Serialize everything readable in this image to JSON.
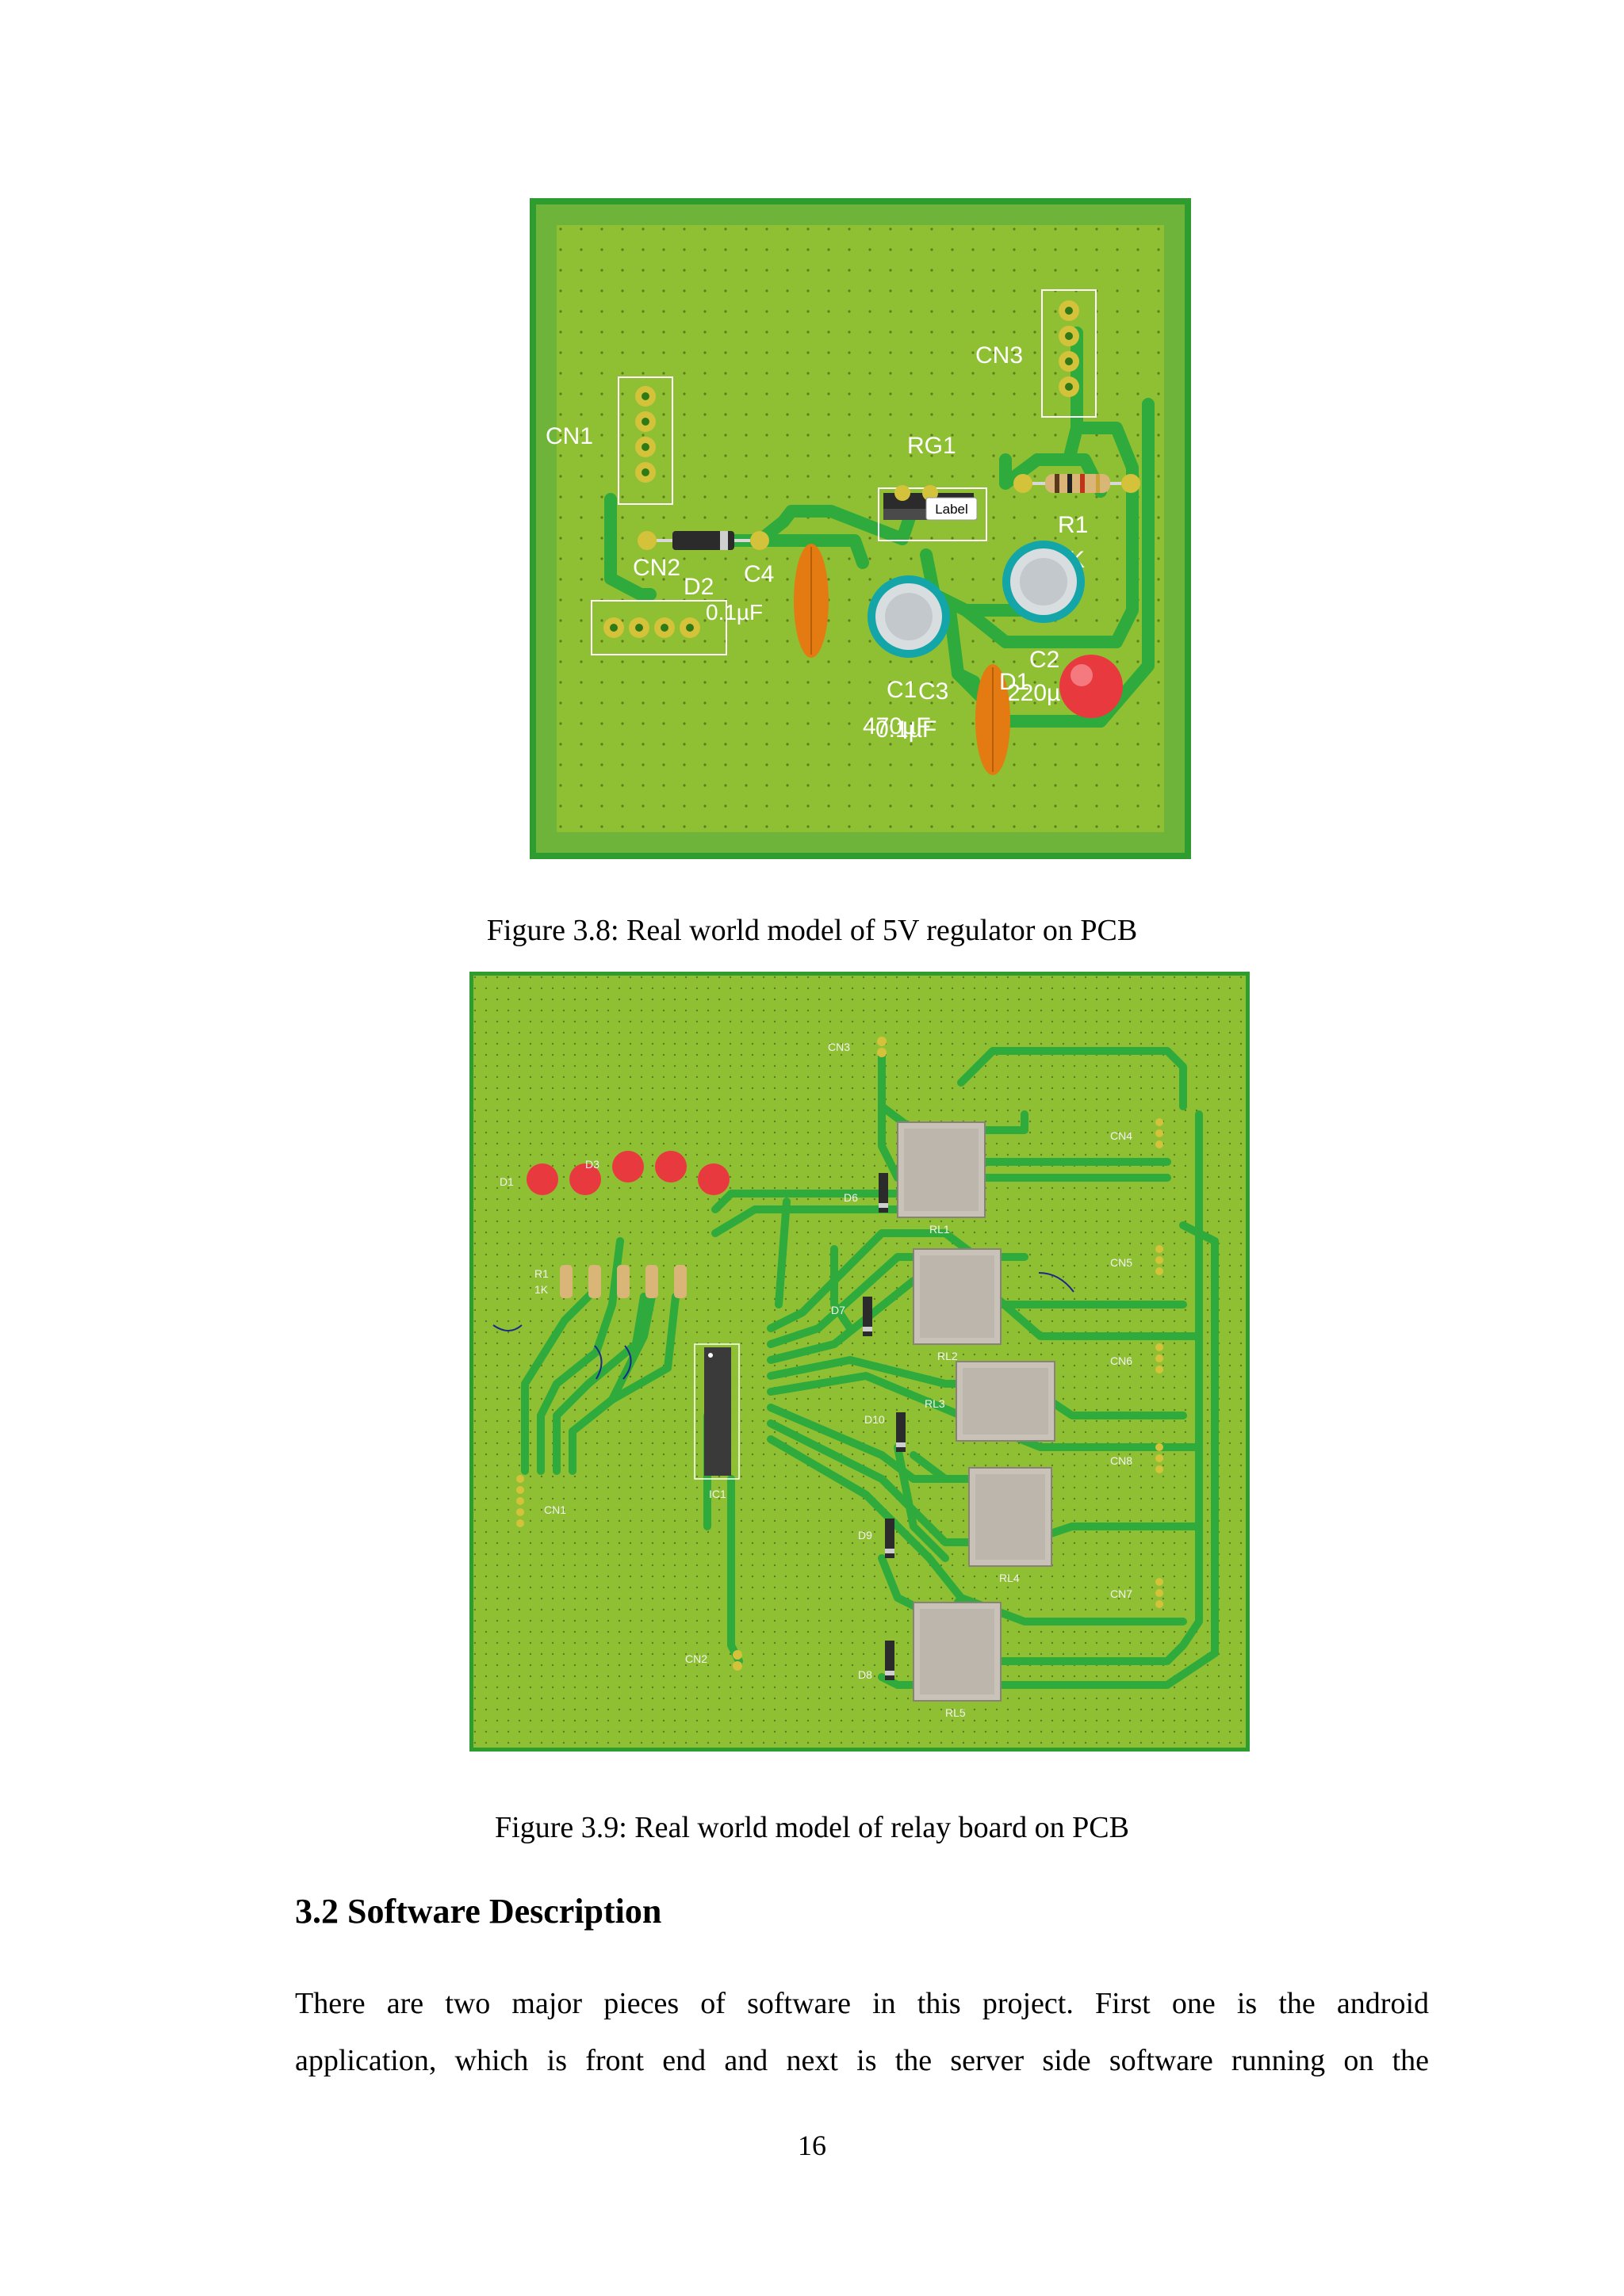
{
  "figure1": {
    "caption": "Figure 3.8: Real world model of 5V regulator on PCB",
    "labels": {
      "cn1": "CN1",
      "cn2": "CN2",
      "cn3": "CN3",
      "rg1": "RG1",
      "r1": "R1",
      "k": "K",
      "d2": "D2",
      "c4": "C4",
      "c4_val": "0.1µF",
      "c1": "C1",
      "c3": "C3",
      "c1_val": "470µF",
      "c3_val": "0.1µF",
      "c2": "C2",
      "d1": "D1",
      "c2_val": "220µ",
      "chip": "Label"
    }
  },
  "figure2": {
    "caption": "Figure 3.9: Real world model of relay board on PCB",
    "labels": {
      "cn1": "CN1",
      "cn2": "CN2",
      "cn3": "CN3",
      "cn4": "CN4",
      "cn5": "CN5",
      "cn6": "CN6",
      "cn7": "CN7",
      "cn8": "CN8",
      "ic1": "IC1",
      "d1": "D1",
      "d3": "D3",
      "d6": "D6",
      "d7": "D7",
      "d8": "D8",
      "d9": "D9",
      "d10": "D10",
      "r1": "R1",
      "r1_val": "1K",
      "rl1": "RL1",
      "rl2": "RL2",
      "rl3": "RL3",
      "rl4": "RL4",
      "rl5": "RL5"
    }
  },
  "section": {
    "heading": "3.2 Software Description",
    "paragraph_line1": "There are two major pieces of software in this project. First one is the android",
    "paragraph_line2": "application, which is front end and next is the server side software running on the"
  },
  "page_number": "16",
  "colors": {
    "board": "#8fc034",
    "board_border": "#2f9c2f",
    "trace": "#2faa3c",
    "pad": "#d4c23a",
    "led": "#e8393f",
    "capacitor_ring": "#13a5a8",
    "ceramic_cap": "#e47a12",
    "relay": "#c9c2b8"
  }
}
